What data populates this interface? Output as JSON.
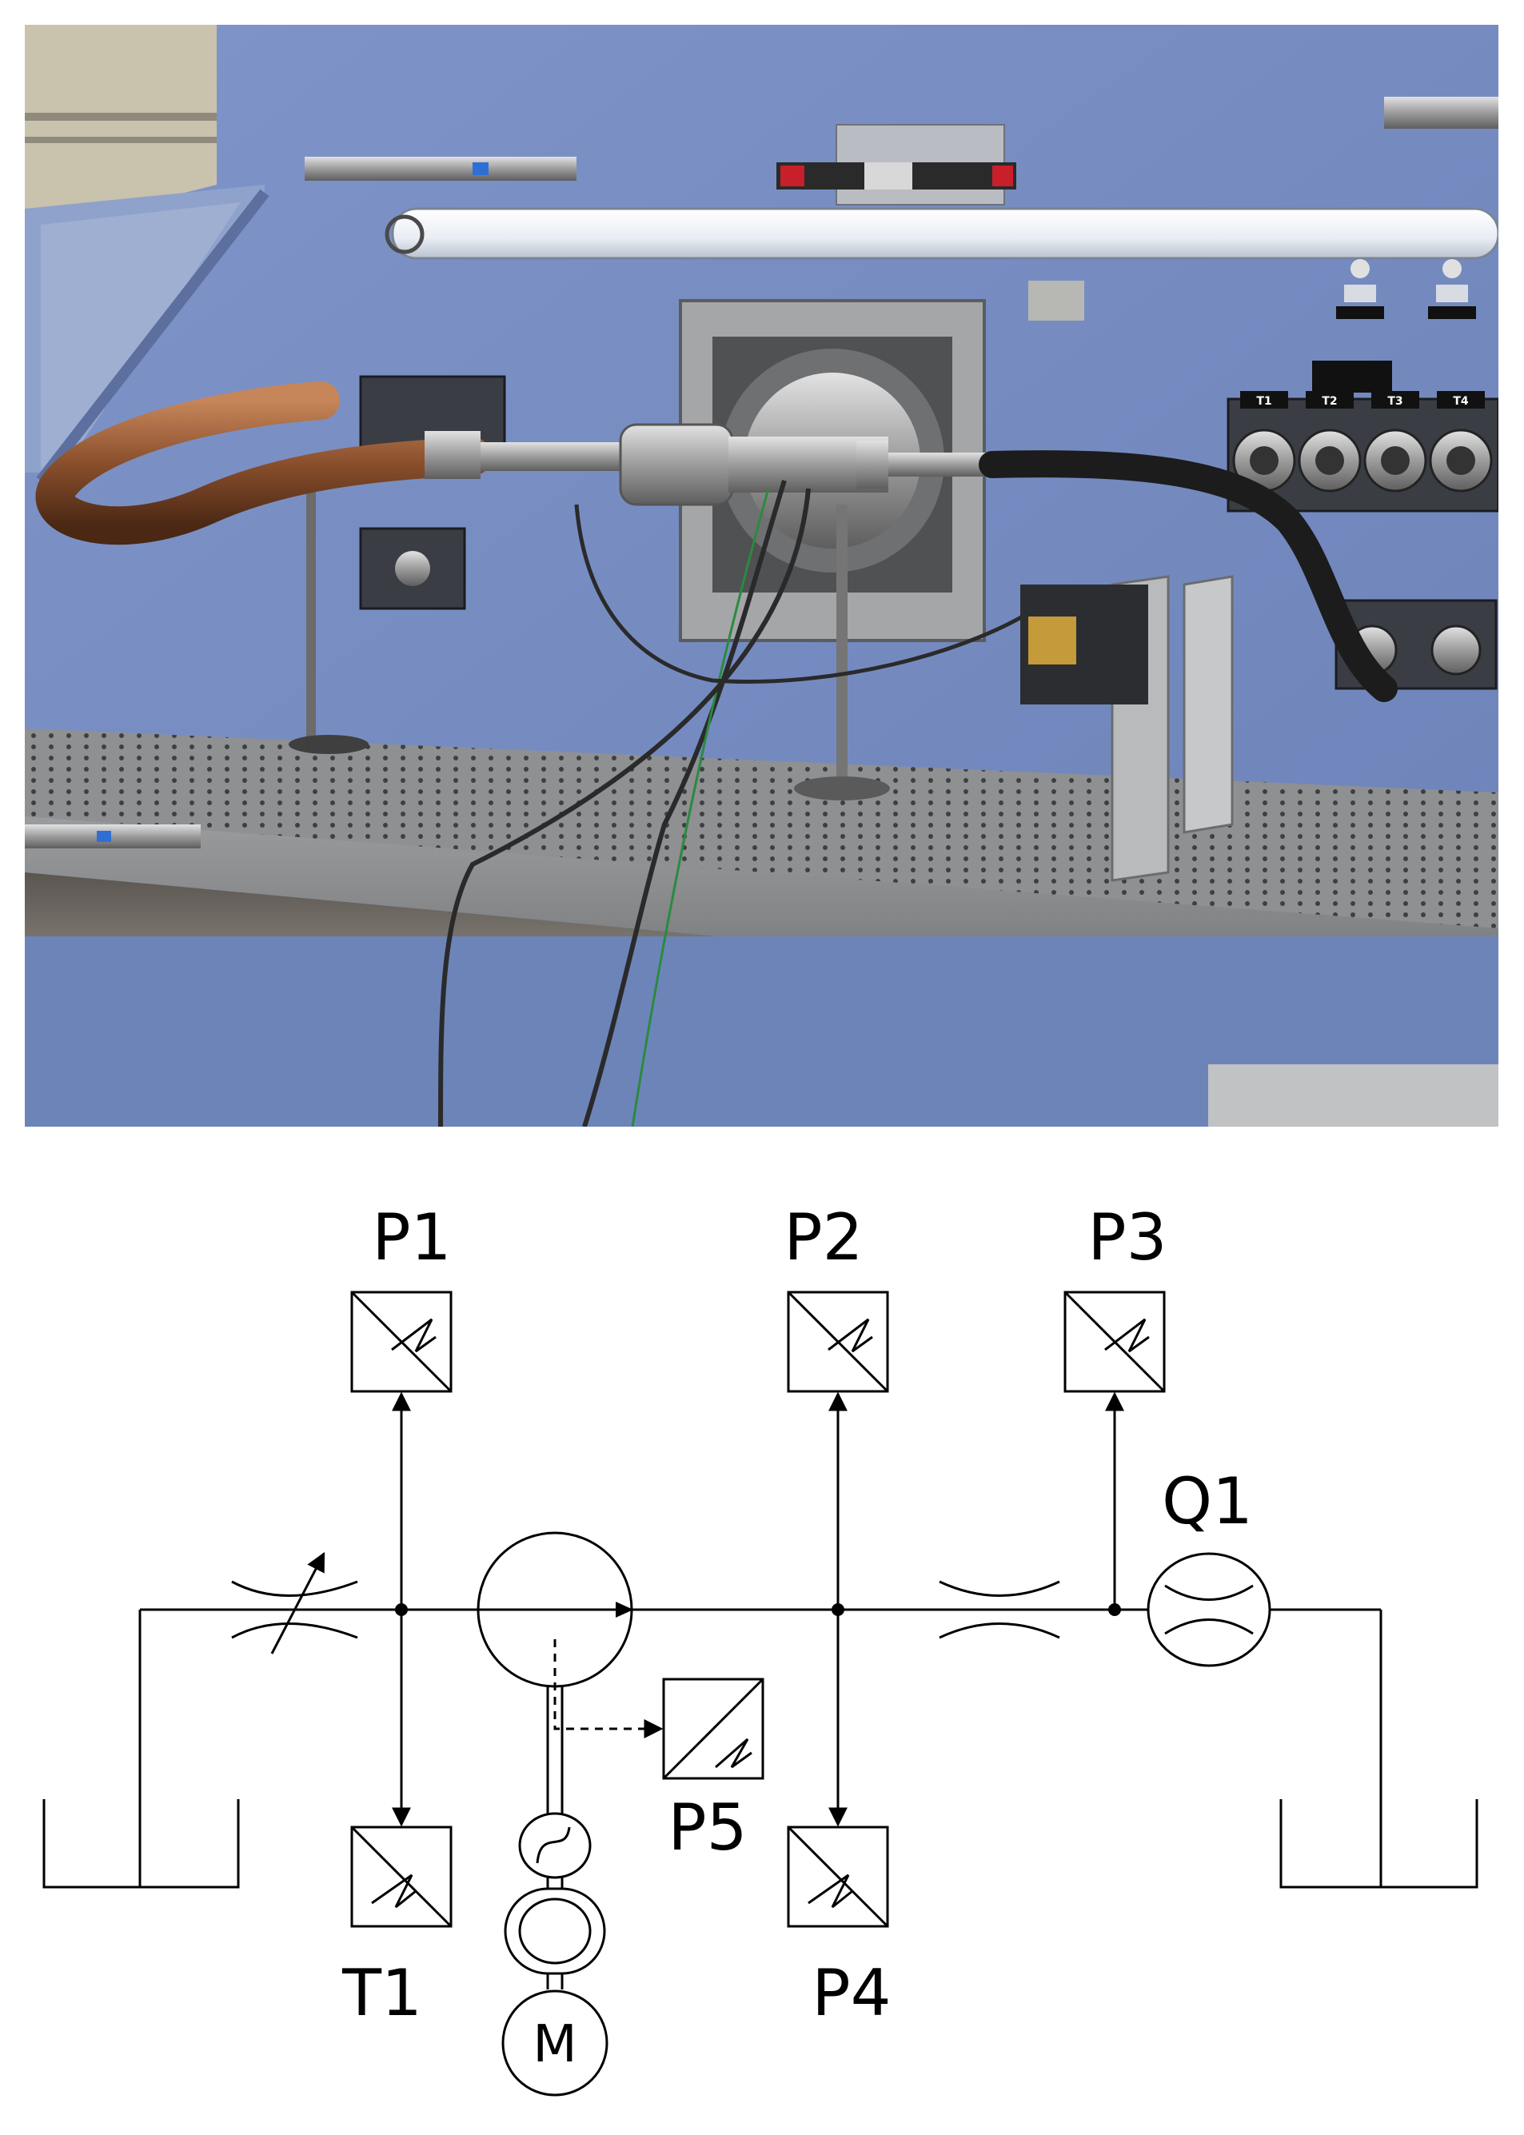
{
  "photo": {
    "port_labels_top_right": [
      "T1",
      "T2",
      "T3",
      "T4"
    ]
  },
  "schematic": {
    "labels": {
      "p1": "P1",
      "p2": "P2",
      "p3": "P3",
      "p4": "P4",
      "p5": "P5",
      "t1": "T1",
      "q1": "Q1",
      "motor": "M"
    }
  }
}
